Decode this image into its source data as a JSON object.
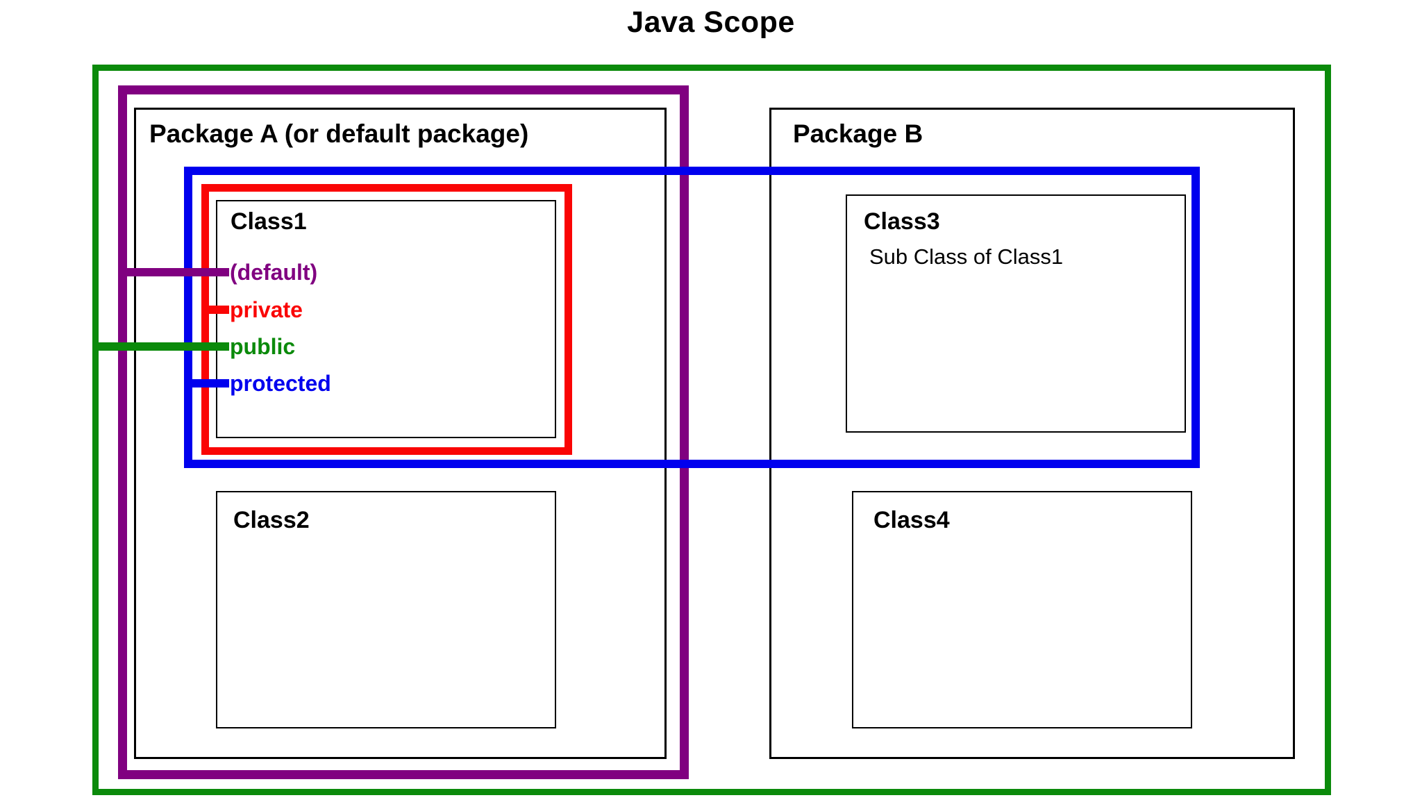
{
  "title": "Java Scope",
  "packages": [
    {
      "name": "package-a",
      "label": "Package A (or default package)",
      "classes": [
        {
          "name": "class1",
          "label": "Class1",
          "subtitle": "",
          "modifiers": [
            {
              "key": "default",
              "label": "(default)",
              "color": "#800080"
            },
            {
              "key": "private",
              "label": "private",
              "color": "#fa0505"
            },
            {
              "key": "public",
              "label": "public",
              "color": "#0b8a0b"
            },
            {
              "key": "protected",
              "label": "protected",
              "color": "#0000ee"
            }
          ]
        },
        {
          "name": "class2",
          "label": "Class2",
          "subtitle": ""
        }
      ]
    },
    {
      "name": "package-b",
      "label": "Package B",
      "classes": [
        {
          "name": "class3",
          "label": "Class3",
          "subtitle": "Sub Class of Class1"
        },
        {
          "name": "class4",
          "label": "Class4",
          "subtitle": ""
        }
      ]
    }
  ],
  "scopes": {
    "public": {
      "label": "public",
      "color": "#0b8a0b",
      "extent": "entire diagram (all packages)"
    },
    "default": {
      "label": "(default)",
      "color": "#800080",
      "extent": "Package A only"
    },
    "protected": {
      "label": "protected",
      "color": "#0000ee",
      "extent": "Class1 and subclass Class3 in Package B"
    },
    "private": {
      "label": "private",
      "color": "#fa0505",
      "extent": "Class1 only"
    }
  },
  "colors": {
    "green": "#0b8a0b",
    "purple": "#800080",
    "blue": "#0000ee",
    "red": "#fa0505",
    "black": "#000000",
    "background": "#ffffff"
  }
}
